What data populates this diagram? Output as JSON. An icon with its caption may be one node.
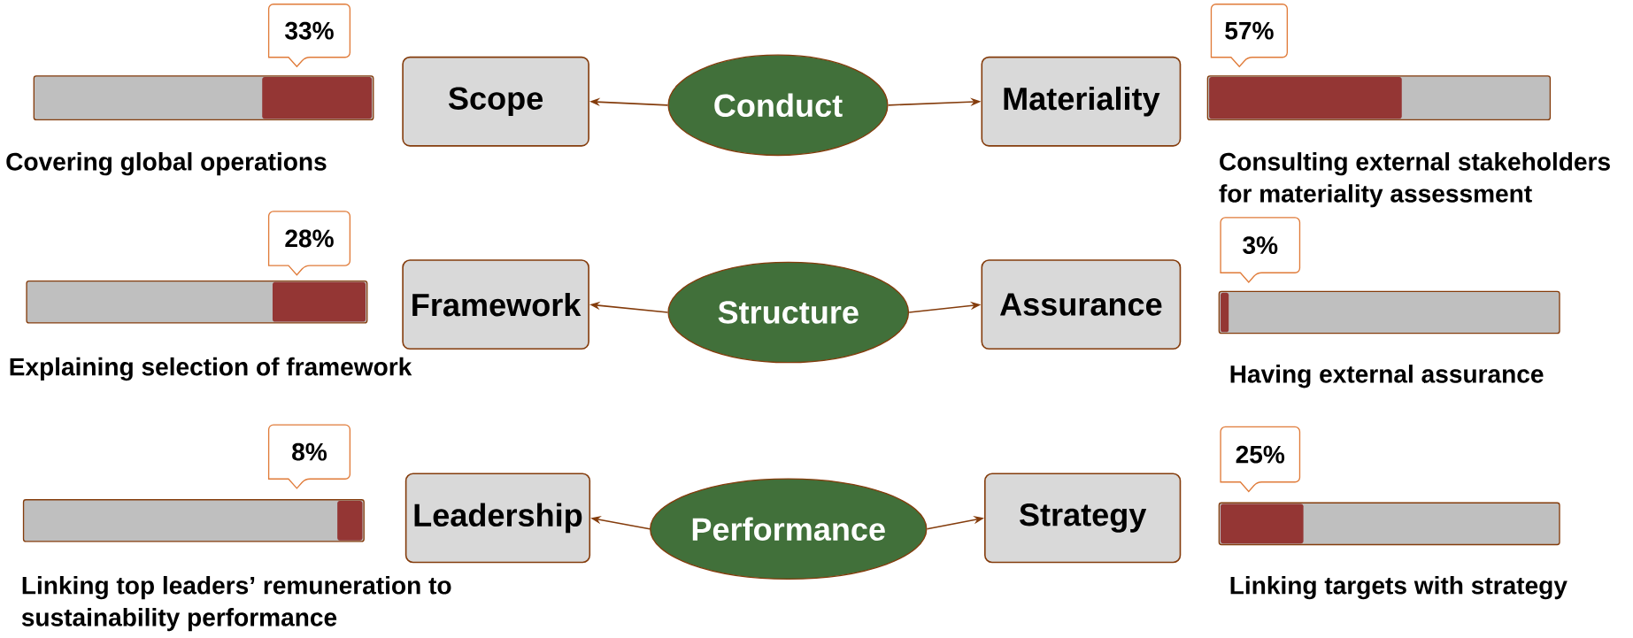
{
  "diagram": {
    "nodes": [
      {
        "text": [
          "33%"
        ]
      },
      {
        "text": [],
        "shape": "bar"
      },
      {
        "text": [
          "Scope"
        ]
      },
      {
        "text": [
          "Conduct"
        ]
      },
      {
        "text": [
          "Materiality"
        ]
      },
      {
        "text": [
          "57%"
        ]
      },
      {
        "text": [],
        "shape": "bar"
      },
      {
        "text": [
          "28%"
        ]
      },
      {
        "text": [],
        "shape": "bar"
      },
      {
        "text": [
          "Framework"
        ]
      },
      {
        "text": [
          "Structure"
        ]
      },
      {
        "text": [
          "Assurance"
        ]
      },
      {
        "text": [
          "3%"
        ]
      },
      {
        "text": [],
        "shape": "bar"
      },
      {
        "text": [
          "8%"
        ]
      },
      {
        "text": [],
        "shape": "bar"
      },
      {
        "text": [
          "Leadership"
        ]
      },
      {
        "text": [
          "Performance"
        ]
      },
      {
        "text": [
          "Strategy"
        ]
      },
      {
        "text": [
          "25%"
        ]
      },
      {
        "text": [],
        "shape": "bar"
      }
    ],
    "edges": [
      {
        "from": 3,
        "to": 2,
        "arrow": "to"
      },
      {
        "from": 3,
        "to": 4,
        "arrow": "to"
      },
      {
        "from": 10,
        "to": 9,
        "arrow": "to"
      },
      {
        "from": 10,
        "to": 11,
        "arrow": "to"
      },
      {
        "from": 17,
        "to": 16,
        "arrow": "to"
      },
      {
        "from": 17,
        "to": 18,
        "arrow": "to"
      }
    ],
    "labels": [
      "Covering global operations",
      "Consulting external stakeholders for materiality assessment",
      "Explaining selection of framework",
      "Having external assurance",
      "Linking top leaders’ remuneration to sustainability performance",
      "Linking targets with strategy"
    ]
  }
}
